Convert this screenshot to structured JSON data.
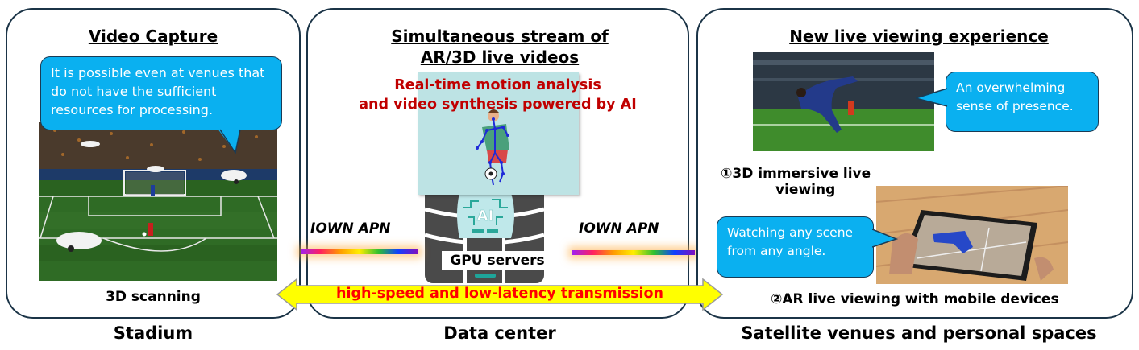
{
  "panels": {
    "capture": {
      "title": "Video Capture",
      "bubble": "It is possible even at venues that do not have the sufficient resources for processing.",
      "image_caption": "3D scanning",
      "location": "Stadium"
    },
    "datacenter": {
      "title_line1": "Simultaneous stream of",
      "title_line2": "AR/3D live videos",
      "ai_line1": "Real-time motion analysis",
      "ai_line2": "and video synthesis powered by AI",
      "server_label": "GPU servers",
      "ai_chip_label": "AI",
      "network_left": "IOWN APN",
      "network_right": "IOWN APN",
      "location": "Data center"
    },
    "viewing": {
      "title": "New live viewing experience",
      "bubble_1": "An overwhelming sense of presence.",
      "item_1_line1": "①3D immersive live",
      "item_1_line2": "viewing",
      "bubble_2": "Watching any scene from any angle.",
      "item_2": "②AR live viewing with mobile devices",
      "location": "Satellite venues and personal spaces"
    }
  },
  "transmission": {
    "label": "high-speed and low-latency transmission"
  },
  "colors": {
    "bubble": "#0ab0f0",
    "ai_text": "#c00000",
    "arrow_fill": "#ffff00",
    "arrow_text": "#ff0000",
    "panel_border": "#1b3447"
  }
}
